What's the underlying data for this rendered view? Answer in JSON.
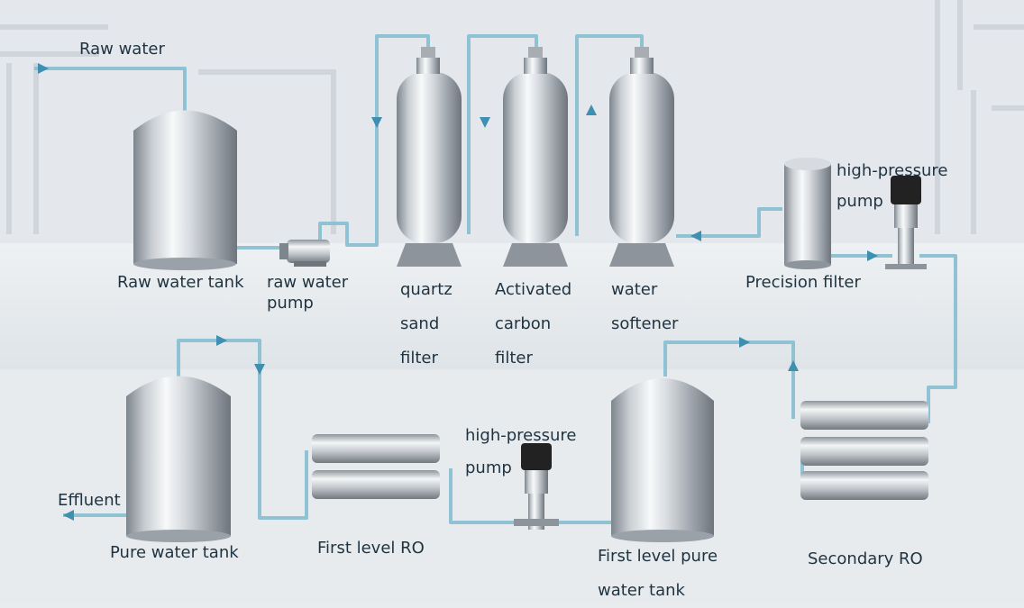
{
  "labels": {
    "raw_water": "Raw water",
    "raw_water_tank": "Raw water tank",
    "raw_water_pump": [
      "raw water",
      "pump"
    ],
    "quartz_sand_filter": [
      "quartz",
      "sand",
      "filter"
    ],
    "activated_carbon_filter": [
      "Activated",
      "carbon",
      "filter"
    ],
    "water_softener": [
      "water",
      "softener"
    ],
    "precision_filter": "Precision filter",
    "high_pressure_pump_top": [
      "high-pressure",
      "pump"
    ],
    "secondary_ro": "Secondary RO",
    "first_level_pure_water_tank": [
      "First level pure",
      "water tank"
    ],
    "high_pressure_pump_bottom": [
      "high-pressure",
      "pump"
    ],
    "first_level_ro": "First level RO",
    "pure_water_tank": "Pure water tank",
    "effluent": "Effluent"
  },
  "colors": {
    "pipe": "#8fc3d4",
    "arrow": "#3f8fb0",
    "text": "#1f3340",
    "steel_light": "#f4f6f8",
    "steel_dark": "#8a9199"
  }
}
